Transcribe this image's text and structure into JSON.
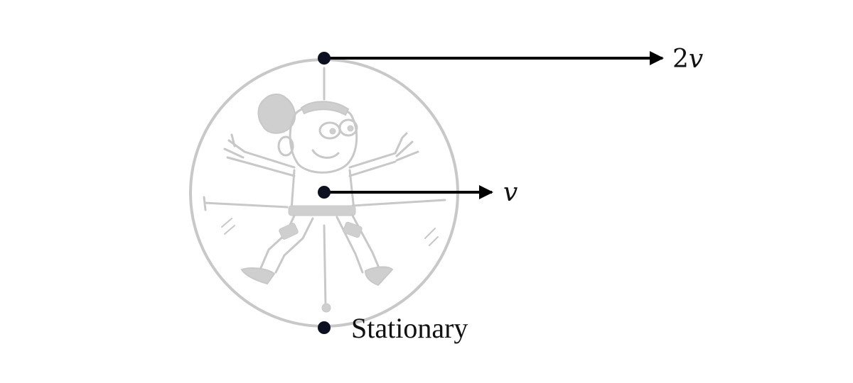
{
  "labels": {
    "top_velocity_coef": "2",
    "top_velocity_var": "v",
    "center_velocity": "v",
    "bottom_label": "Stationary"
  },
  "colors": {
    "arrow": "#000000",
    "dot": "#0d1020",
    "sketch": "#c8c8c8"
  }
}
